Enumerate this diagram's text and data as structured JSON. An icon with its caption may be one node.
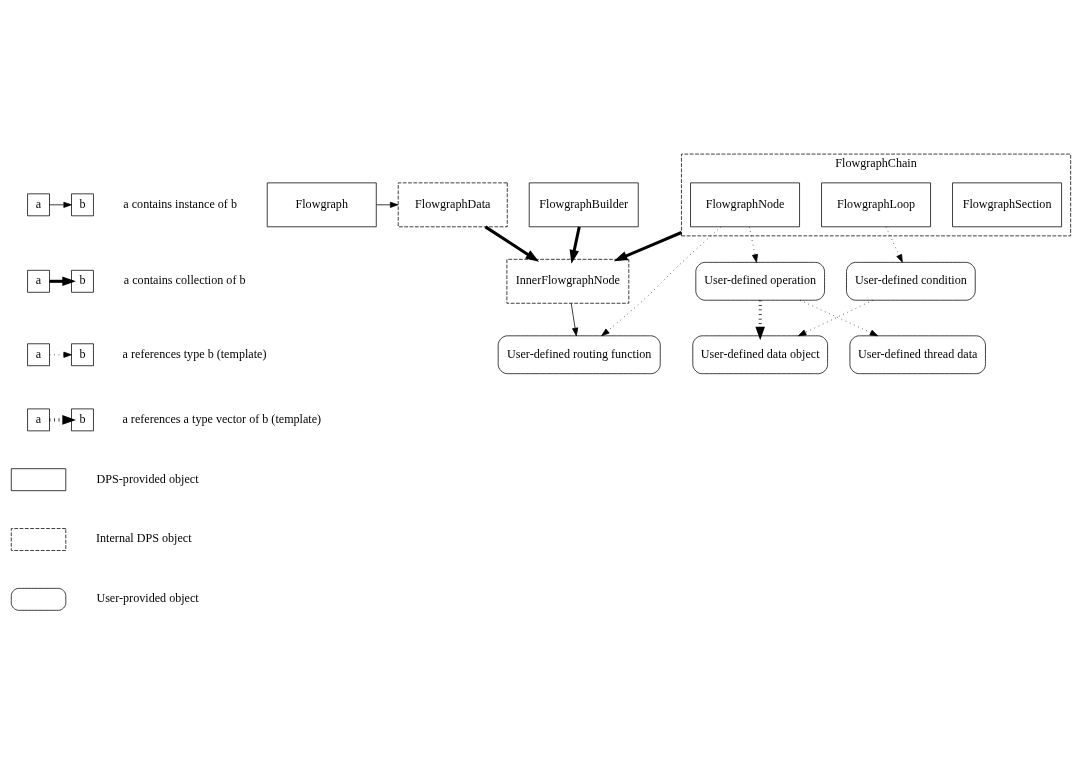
{
  "diagram": {
    "nodes": [
      {
        "text": [
          "a"
        ]
      },
      {
        "text": [
          "b"
        ]
      },
      {
        "text": [
          "a"
        ]
      },
      {
        "text": [
          "b"
        ]
      },
      {
        "text": [
          "a"
        ]
      },
      {
        "text": [
          "b"
        ]
      },
      {
        "text": [
          "a"
        ]
      },
      {
        "text": [
          "b"
        ]
      },
      {
        "text": [
          "Flowgraph"
        ]
      },
      {
        "text": [
          "FlowgraphData"
        ]
      },
      {
        "text": [
          "FlowgraphBuilder"
        ]
      },
      {
        "text": [
          "FlowgraphChain"
        ]
      },
      {
        "text": [
          "FlowgraphSection"
        ],
        "in": 11
      },
      {
        "text": [
          "FlowgraphLoop"
        ],
        "in": 11
      },
      {
        "text": [
          "FlowgraphNode"
        ],
        "in": 11
      },
      {
        "text": [
          "InnerFlowgraphNode"
        ]
      },
      {
        "text": [
          "User-defined condition"
        ]
      },
      {
        "text": [
          "User-defined routing function"
        ]
      },
      {
        "text": [
          "User-defined operation"
        ]
      },
      {
        "text": [
          "User-defined data object"
        ]
      },
      {
        "text": [
          "User-defined thread data"
        ]
      },
      {
        "text": [],
        "shape": "box"
      },
      {
        "text": [],
        "shape": "box"
      },
      {
        "text": [],
        "shape": "box"
      }
    ],
    "edges": [
      {
        "from": 0,
        "to": 1,
        "arrow": "to"
      },
      {
        "from": 2,
        "to": 3,
        "arrow": "to",
        "style": "thick"
      },
      {
        "from": 4,
        "to": 5,
        "arrow": "to",
        "style": "dashed"
      },
      {
        "from": 6,
        "to": 7,
        "arrow": "to",
        "style": "dashed"
      },
      {
        "from": 8,
        "to": 9,
        "arrow": "to"
      },
      {
        "from": 9,
        "to": 15,
        "arrow": "to",
        "style": "thick"
      },
      {
        "from": 10,
        "to": 15,
        "arrow": "to",
        "style": "thick"
      },
      {
        "from": 11,
        "to": 15,
        "arrow": "to",
        "style": "thick"
      },
      {
        "from": 15,
        "to": 17,
        "arrow": "to"
      },
      {
        "from": 13,
        "to": 16,
        "arrow": "to",
        "style": "dashed"
      },
      {
        "from": 14,
        "to": 17,
        "arrow": "to",
        "style": "dashed"
      },
      {
        "from": 14,
        "to": 18,
        "arrow": "to",
        "style": "dashed"
      },
      {
        "from": 16,
        "to": 19,
        "arrow": "to",
        "style": "dashed"
      },
      {
        "from": 18,
        "to": 19,
        "arrow": "to",
        "style": "dashed"
      },
      {
        "from": 18,
        "to": 20,
        "arrow": "to",
        "style": "dashed"
      }
    ],
    "legend": [
      {
        "text": "a contains instance of b"
      },
      {
        "text": "a contains collection of b"
      },
      {
        "text": "a references type b (template)"
      },
      {
        "text": "a references a type vector of b (template)"
      },
      {
        "text": "DPS-provided object"
      },
      {
        "text": "Internal DPS object"
      },
      {
        "text": "User-provided object"
      }
    ]
  }
}
